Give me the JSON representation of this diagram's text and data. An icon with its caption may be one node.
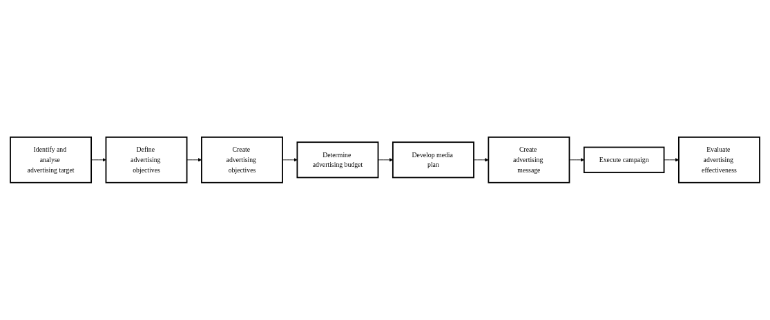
{
  "diagram": {
    "nodes": [
      {
        "text": [
          "Identify and analyse advertising target"
        ]
      },
      {
        "text": [
          "Define advertising objectives"
        ]
      },
      {
        "text": [
          "Create advertising objectives"
        ]
      },
      {
        "text": [
          "Determine advertising budget"
        ]
      },
      {
        "text": [
          "Develop media plan"
        ]
      },
      {
        "text": [
          "Create advertising message"
        ]
      },
      {
        "text": [
          "Execute campaign"
        ]
      },
      {
        "text": [
          "Evaluate advertising effectiveness"
        ]
      }
    ],
    "edges": [
      {
        "from": 0,
        "to": 1,
        "arrow": "to"
      },
      {
        "from": 1,
        "to": 2,
        "arrow": "to"
      },
      {
        "from": 2,
        "to": 3,
        "arrow": "to"
      },
      {
        "from": 3,
        "to": 4,
        "arrow": "to"
      },
      {
        "from": 4,
        "to": 5,
        "arrow": "to"
      },
      {
        "from": 5,
        "to": 6,
        "arrow": "to"
      },
      {
        "from": 6,
        "to": 7,
        "arrow": "to"
      }
    ]
  }
}
